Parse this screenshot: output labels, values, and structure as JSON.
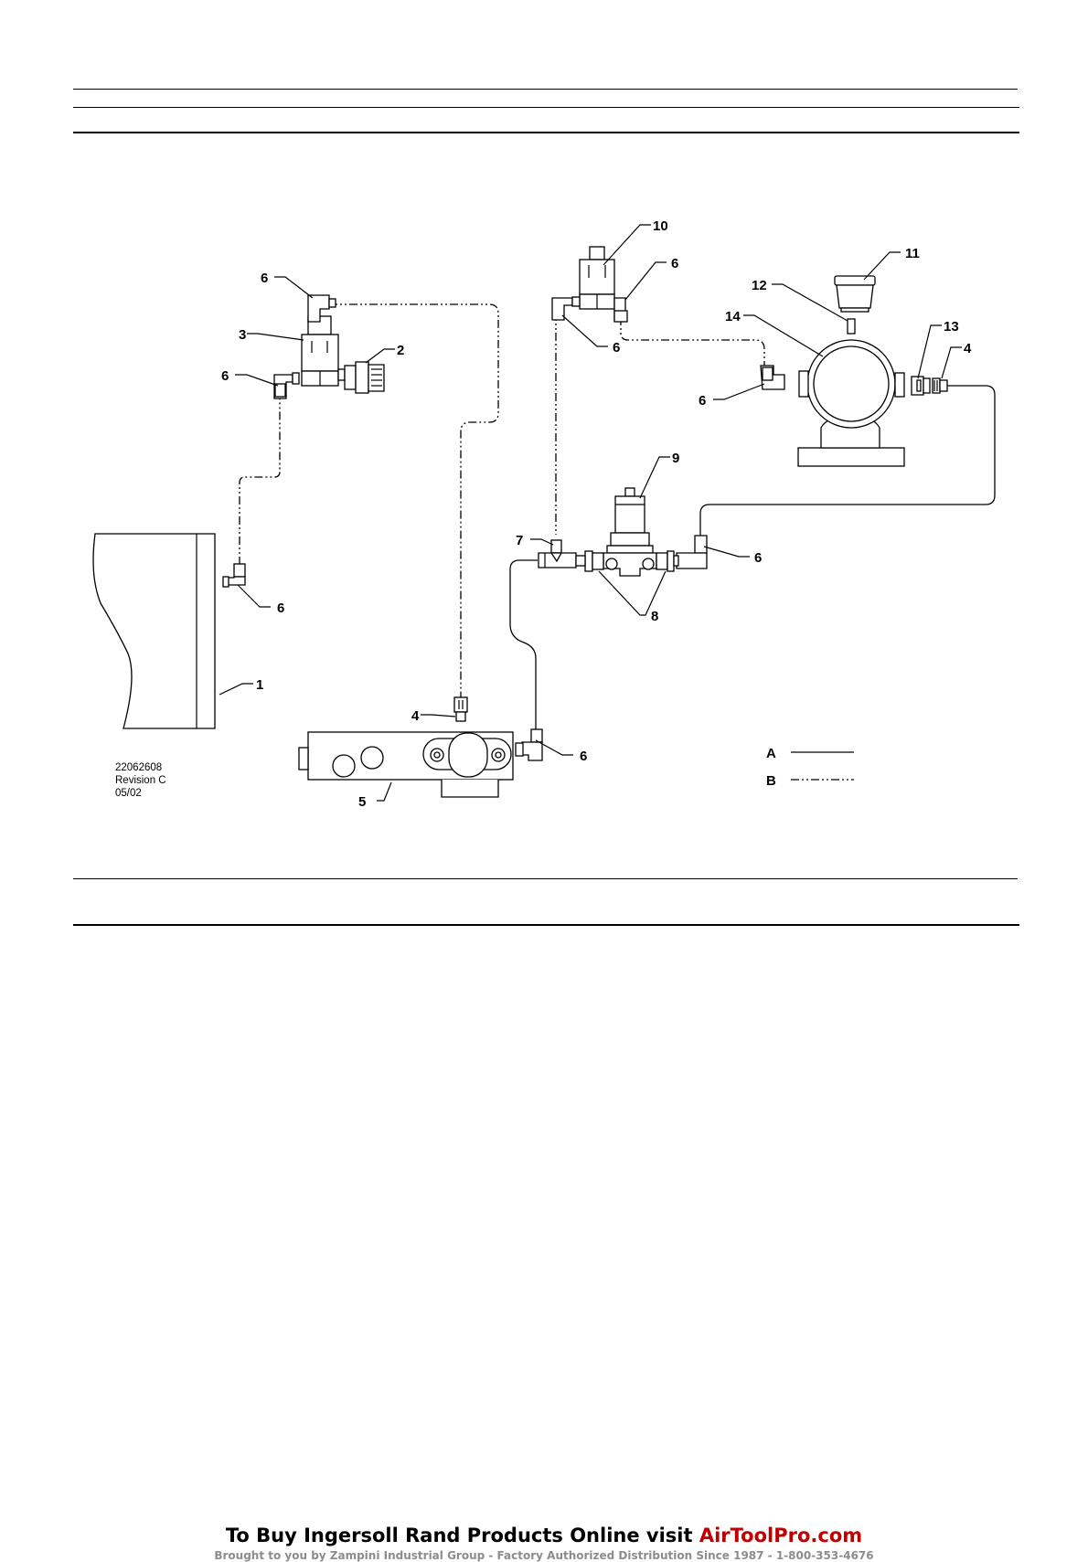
{
  "diagram": {
    "drawing_number": "22062608",
    "revision": "Revision C",
    "date": "05/02",
    "callouts": [
      "1",
      "2",
      "3",
      "4",
      "4",
      "5",
      "6",
      "6",
      "6",
      "6",
      "6",
      "6",
      "6",
      "6",
      "7",
      "8",
      "9",
      "10",
      "11",
      "12",
      "13",
      "14"
    ],
    "legend": [
      {
        "key": "A",
        "style": "solid"
      },
      {
        "key": "B",
        "style": "dash-dot"
      }
    ]
  },
  "footer": {
    "line1_prefix": "To Buy Ingersoll Rand Products Online visit ",
    "line1_brand": "AirToolPro.com",
    "line2": "Brought to you by Zampini Industrial Group  -  Factory Authorized Distribution Since 1987  -  1-800-353-4676"
  }
}
